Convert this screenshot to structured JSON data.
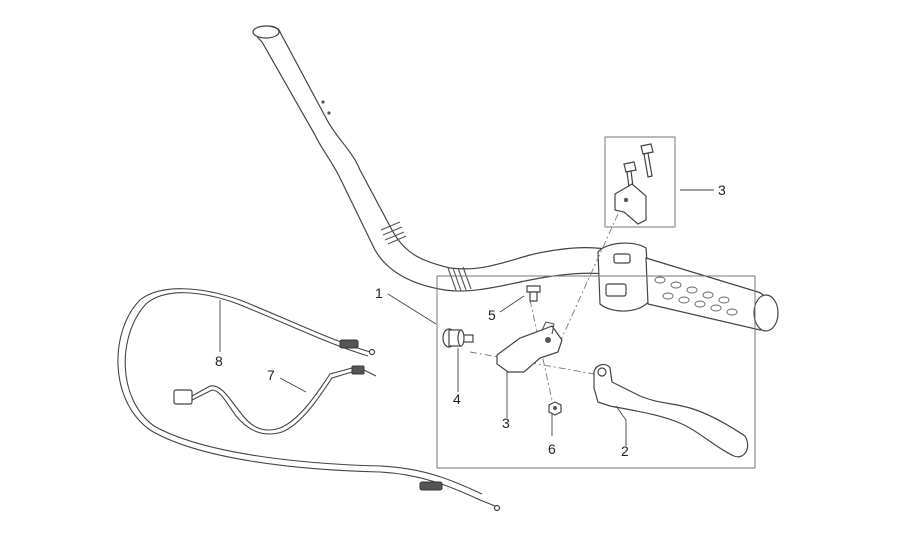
{
  "callouts": {
    "c1": "1",
    "c2": "2",
    "c3_top": "3",
    "c3_bottom": "3",
    "c4": "4",
    "c5": "5",
    "c6": "6",
    "c7": "7",
    "c8": "8"
  }
}
